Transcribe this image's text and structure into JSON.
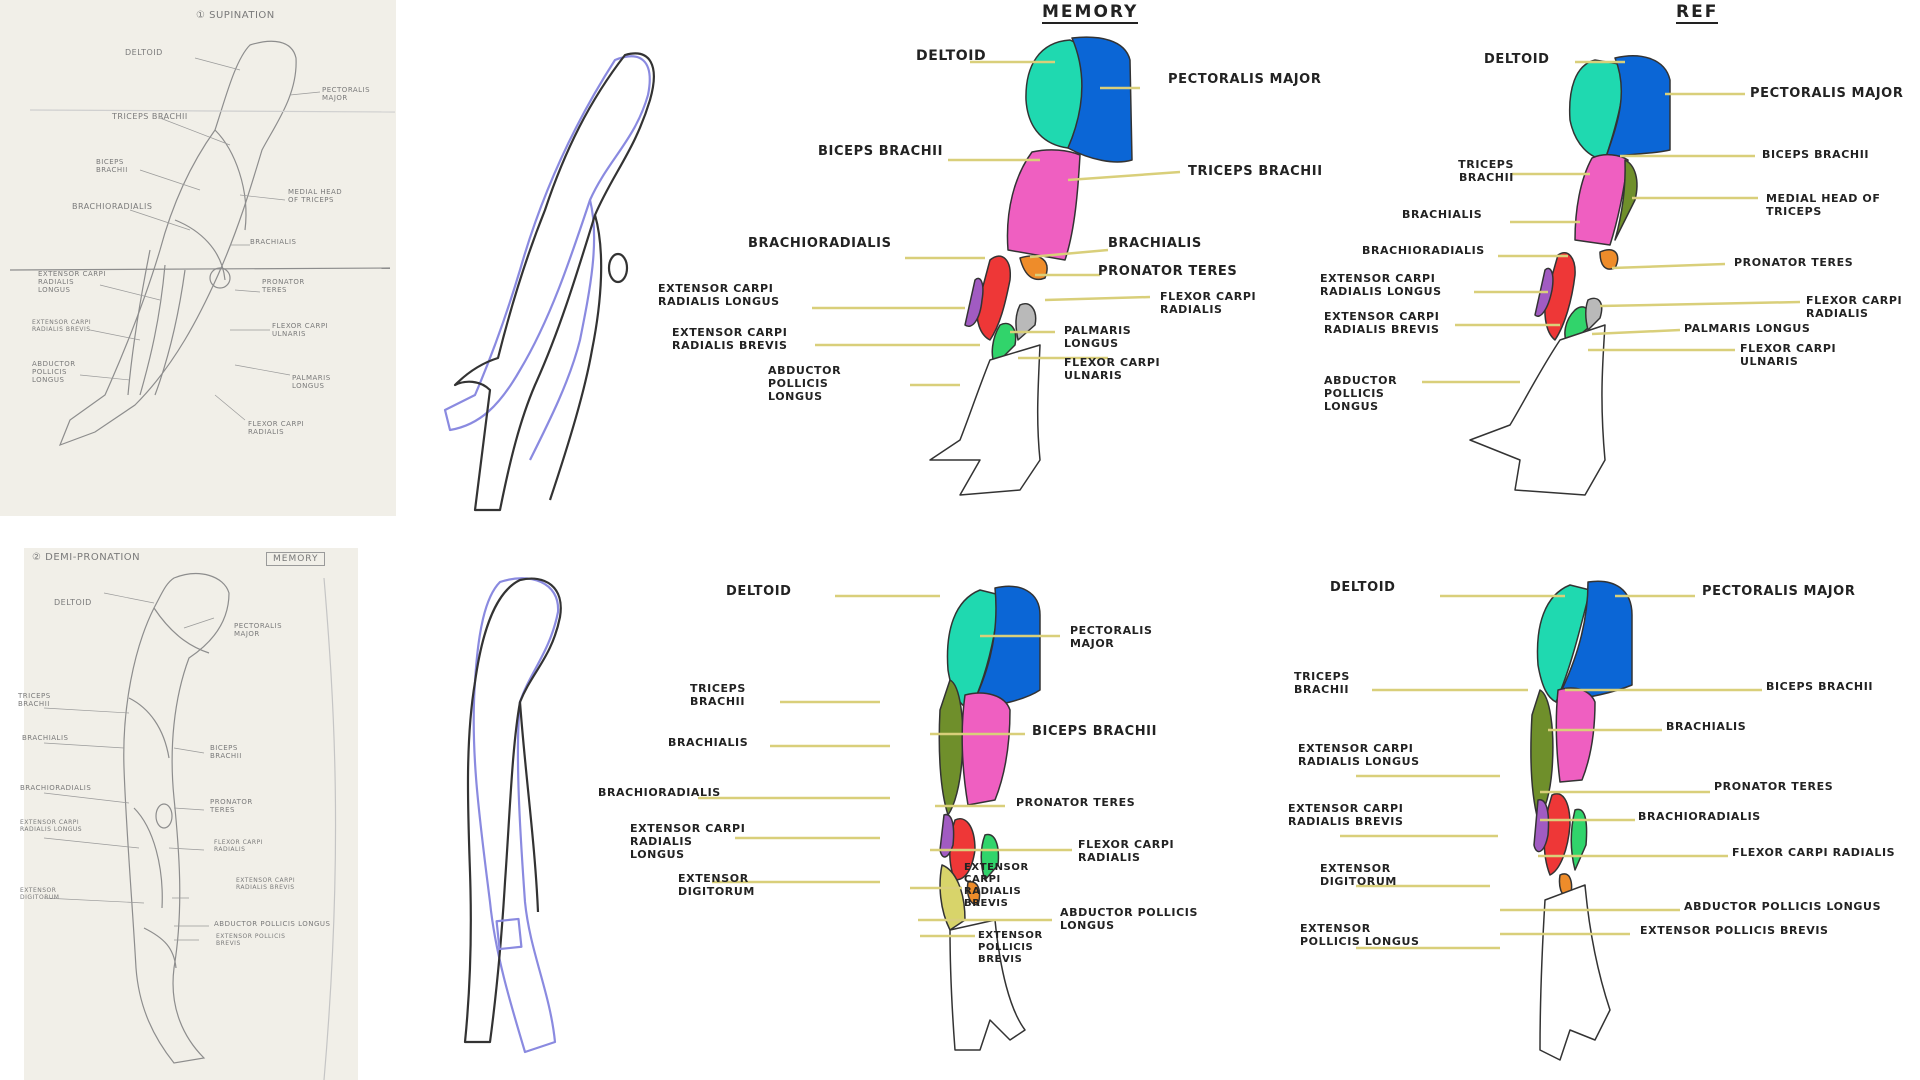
{
  "colors": {
    "deltoid": "#1fd9b0",
    "pectoralis": "#0b66d6",
    "biceps": "#ef5fc1",
    "triceps": "#6f8f2b",
    "brachioradialis": "#ee3737",
    "ext_carpi_longus": "#a15bc2",
    "flexor": "#31d46b",
    "palmaris": "#b9b9b9",
    "orange": "#ee8c2a",
    "guide": "#d9cf7a",
    "outline_blue": "#8a8ae0",
    "outline_dark": "#333333"
  },
  "headers": {
    "memory": "MEMORY",
    "ref": "REF"
  },
  "sketch1": {
    "title": "① SUPINATION",
    "labels": {
      "deltoid": "DELTOID",
      "pectoralis": "PECTORALIS MAJOR",
      "triceps": "TRICEPS BRACHII",
      "biceps": "BICEPS BRACHII",
      "medial": "MEDIAL HEAD OF TRICEPS",
      "brachioradialis": "BRACHIORADIALIS",
      "brachialis": "BRACHIALIS",
      "ext_carpi": "EXTENSOR CARPI RADIALIS LONGUS",
      "pronator": "PRONATOR TERES",
      "ext_brevis": "EXTENSOR CARPI RADIALIS BREVIS",
      "flexor_ulnaris": "FLEXOR CARPI ULNARIS",
      "abductor": "ABDUCTOR POLLICIS LONGUS",
      "palmaris": "PALMARIS LONGUS",
      "flexor_radialis": "FLEXOR CARPI RADIALIS"
    }
  },
  "sketch2": {
    "title": "② DEMI-PRONATION",
    "memory_tag": "MEMORY",
    "labels": {
      "deltoid": "DELTOID",
      "pectoralis": "PECTORALIS MAJOR",
      "triceps": "TRICEPS BRACHII",
      "biceps": "BICEPS BRACHII",
      "brachialis": "BRACHIALIS",
      "brachioradialis": "BRACHIORADIALIS",
      "pronator": "PRONATOR TERES",
      "ext_longus": "EXTENSOR CARPI RADIALIS LONGUS",
      "flexor_radialis": "FLEXOR CARPI RADIALIS",
      "ext_brevis": "EXTENSOR CARPI RADIALIS BREVIS",
      "ext_digitorum": "EXTENSOR DIGITORUM",
      "abductor": "ABDUCTOR POLLICIS LONGUS",
      "ext_pollicis_brevis": "EXTENSOR POLLICIS BREVIS"
    }
  },
  "memory_top": {
    "deltoid": "DELTOID",
    "pectoralis": "PECTORALIS MAJOR",
    "biceps": "BICEPS BRACHII",
    "triceps": "TRICEPS BRACHII",
    "brachioradialis": "BRACHIORADIALIS",
    "brachialis": "BRACHIALIS",
    "pronator": "PRONATOR TERES",
    "ext_longus": "EXTENSOR CARPI RADIALIS LONGUS",
    "flexor_radialis": "FLEXOR CARPI RADIALIS",
    "ext_brevis": "EXTENSOR CARPI RADIALIS BREVIS",
    "palmaris": "PALMARIS LONGUS",
    "abductor": "ABDUCTOR POLLICIS LONGUS",
    "flexor_ulnaris": "FLEXOR CARPI ULNARIS"
  },
  "ref_top": {
    "deltoid": "DELTOID",
    "pectoralis": "PECTORALIS MAJOR",
    "triceps": "TRICEPS BRACHII",
    "biceps": "BICEPS BRACHII",
    "brachialis": "BRACHIALIS",
    "medial": "MEDIAL HEAD OF TRICEPS",
    "brachioradialis": "BRACHIORADIALIS",
    "ext_longus": "EXTENSOR CARPI RADIALIS LONGUS",
    "pronator": "PRONATOR TERES",
    "ext_brevis": "EXTENSOR CARPI RADIALIS BREVIS",
    "flexor_radialis": "FLEXOR CARPI RADIALIS",
    "palmaris": "PALMARIS LONGUS",
    "flexor_ulnaris": "FLEXOR CARPI ULNARIS",
    "abductor": "ABDUCTOR POLLICIS LONGUS"
  },
  "memory_bottom": {
    "deltoid": "DELTOID",
    "pectoralis": "PECTORALIS MAJOR",
    "triceps": "TRICEPS BRACHII",
    "biceps": "BICEPS BRACHII",
    "brachialis": "BRACHIALIS",
    "brachioradialis": "BRACHIORADIALIS",
    "pronator": "PRONATOR TERES",
    "ext_longus": "EXTENSOR CARPI RADIALIS LONGUS",
    "flexor_radialis": "FLEXOR CARPI RADIALIS",
    "ext_digitorum": "EXTENSOR DIGITORUM",
    "ext_brevis": "EXTENSOR CARPI RADIALIS BREVIS",
    "abductor": "ABDUCTOR POLLICIS LONGUS",
    "ext_pollicis_brevis": "EXTENSOR POLLICIS BREVIS"
  },
  "ref_bottom": {
    "deltoid": "DELTOID",
    "pectoralis": "PECTORALIS MAJOR",
    "triceps": "TRICEPS BRACHII",
    "biceps": "BICEPS BRACHII",
    "brachialis": "BRACHIALIS",
    "ext_longus": "EXTENSOR CARPI RADIALIS LONGUS",
    "pronator": "PRONATOR TERES",
    "brachioradialis": "BRACHIORADIALIS",
    "ext_brevis": "EXTENSOR CARPI RADIALIS BREVIS",
    "flexor_radialis": "FLEXOR CARPI RADIALIS",
    "ext_digitorum": "EXTENSOR DIGITORUM",
    "abductor": "ABDUCTOR POLLICIS LONGUS",
    "ext_pollicis_longus": "EXTENSOR POLLICIS LONGUS",
    "ext_pollicis_brevis": "EXTENSOR POLLICIS BREVIS"
  }
}
